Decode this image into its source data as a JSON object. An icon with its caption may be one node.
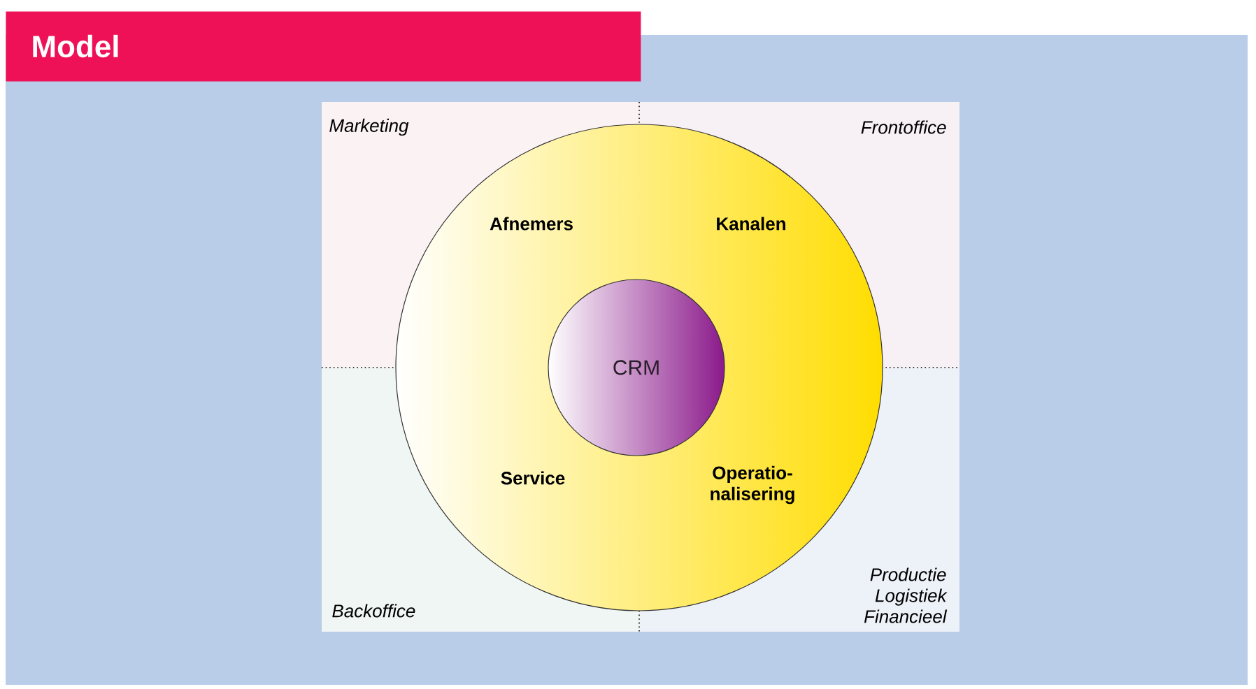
{
  "diagram": {
    "title": "Model",
    "nodes": [
      {
        "text": [
          "Afnemers",
          "Kanalen",
          "Service",
          "Operatio-nalisering"
        ]
      },
      {
        "text": [
          "CRM"
        ],
        "in": 0
      }
    ],
    "labels": [
      "Marketing",
      "Frontoffice",
      "Backoffice",
      "Productie Logistiek Financieel"
    ]
  }
}
